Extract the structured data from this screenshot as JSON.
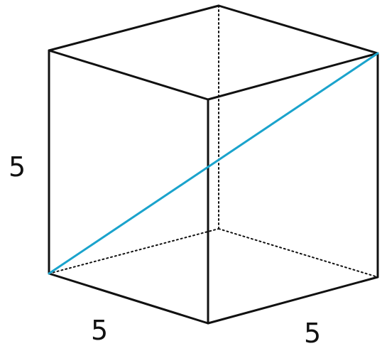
{
  "diagram": {
    "shape": "cube",
    "labels": {
      "height": "5",
      "front_width": "5",
      "depth": "5"
    },
    "colors": {
      "edge": "#111111",
      "diagonal": "#1aa3cc"
    }
  }
}
